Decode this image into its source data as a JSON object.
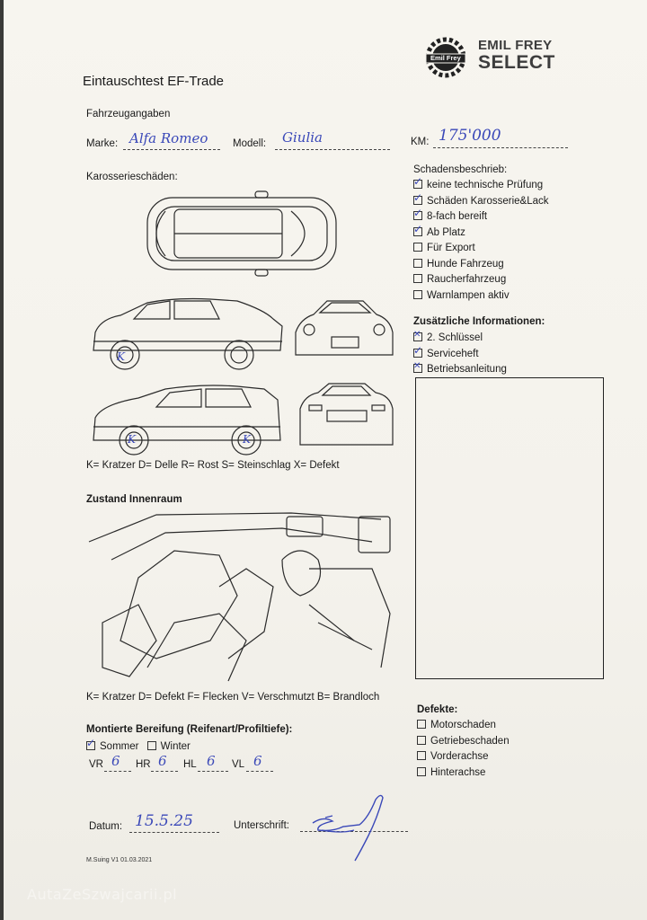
{
  "form": {
    "title": "Eintauschtest EF-Trade",
    "section_vehicle": "Fahrzeugangaben",
    "marke_label": "Marke:",
    "marke_value": "Alfa Romeo",
    "modell_label": "Modell:",
    "modell_value": "Giulia",
    "km_label": "KM:",
    "km_value": "175'000",
    "body_damage_label": "Karosserieschäden:",
    "body_legend": "K= Kratzer D= Delle R= Rost S= Steinschlag X= Defekt",
    "interior_label": "Zustand Innenraum",
    "interior_legend": "K= Kratzer D= Defekt F= Flecken V= Verschmutzt B= Brandloch",
    "tires_label": "Montierte Bereifung (Reifenart/Profiltiefe):",
    "summer_label": "Sommer",
    "winter_label": "Winter",
    "vr_label": "VR",
    "vr_value": "6",
    "hr_label": "HR",
    "hr_value": "6",
    "hl_label": "HL",
    "hl_value": "6",
    "vl_label": "VL",
    "vl_value": "6",
    "datum_label": "Datum:",
    "datum_value": "15.5.25",
    "unterschrift_label": "Unterschrift:",
    "footer_version": "M.Suing V1 01.03.2021"
  },
  "car_marks": {
    "side1": "K",
    "side2a": "K",
    "side2b": "K"
  },
  "brand": {
    "badge_text": "Emil Frey",
    "line1": "EMIL FREY",
    "line2": "SELECT"
  },
  "schadensbeschrieb": {
    "label": "Schadensbeschrieb:",
    "items": [
      {
        "label": "keine technische Prüfung",
        "state": "checked"
      },
      {
        "label": "Schäden Karosserie&Lack",
        "state": "checked"
      },
      {
        "label": "8-fach bereift",
        "state": "checked"
      },
      {
        "label": "Ab Platz",
        "state": "checked"
      },
      {
        "label": "Für Export",
        "state": "unchecked"
      },
      {
        "label": "Hunde Fahrzeug",
        "state": "unchecked"
      },
      {
        "label": "Raucherfahrzeug",
        "state": "unchecked"
      },
      {
        "label": "Warnlampen aktiv",
        "state": "unchecked"
      }
    ]
  },
  "zusatz": {
    "label": "Zusätzliche Informationen:",
    "items": [
      {
        "label": "2. Schlüssel",
        "state": "crossed"
      },
      {
        "label": "Serviceheft",
        "state": "checked"
      },
      {
        "label": "Betriebsanleitung",
        "state": "crossed"
      }
    ]
  },
  "defekte": {
    "label": "Defekte:",
    "items": [
      {
        "label": "Motorschaden",
        "state": "unchecked"
      },
      {
        "label": "Getriebeschaden",
        "state": "unchecked"
      },
      {
        "label": "Vorderachse",
        "state": "unchecked"
      },
      {
        "label": "Hinterachse",
        "state": "unchecked"
      }
    ]
  },
  "watermark": "AutaZeSzwajcarii.pl"
}
